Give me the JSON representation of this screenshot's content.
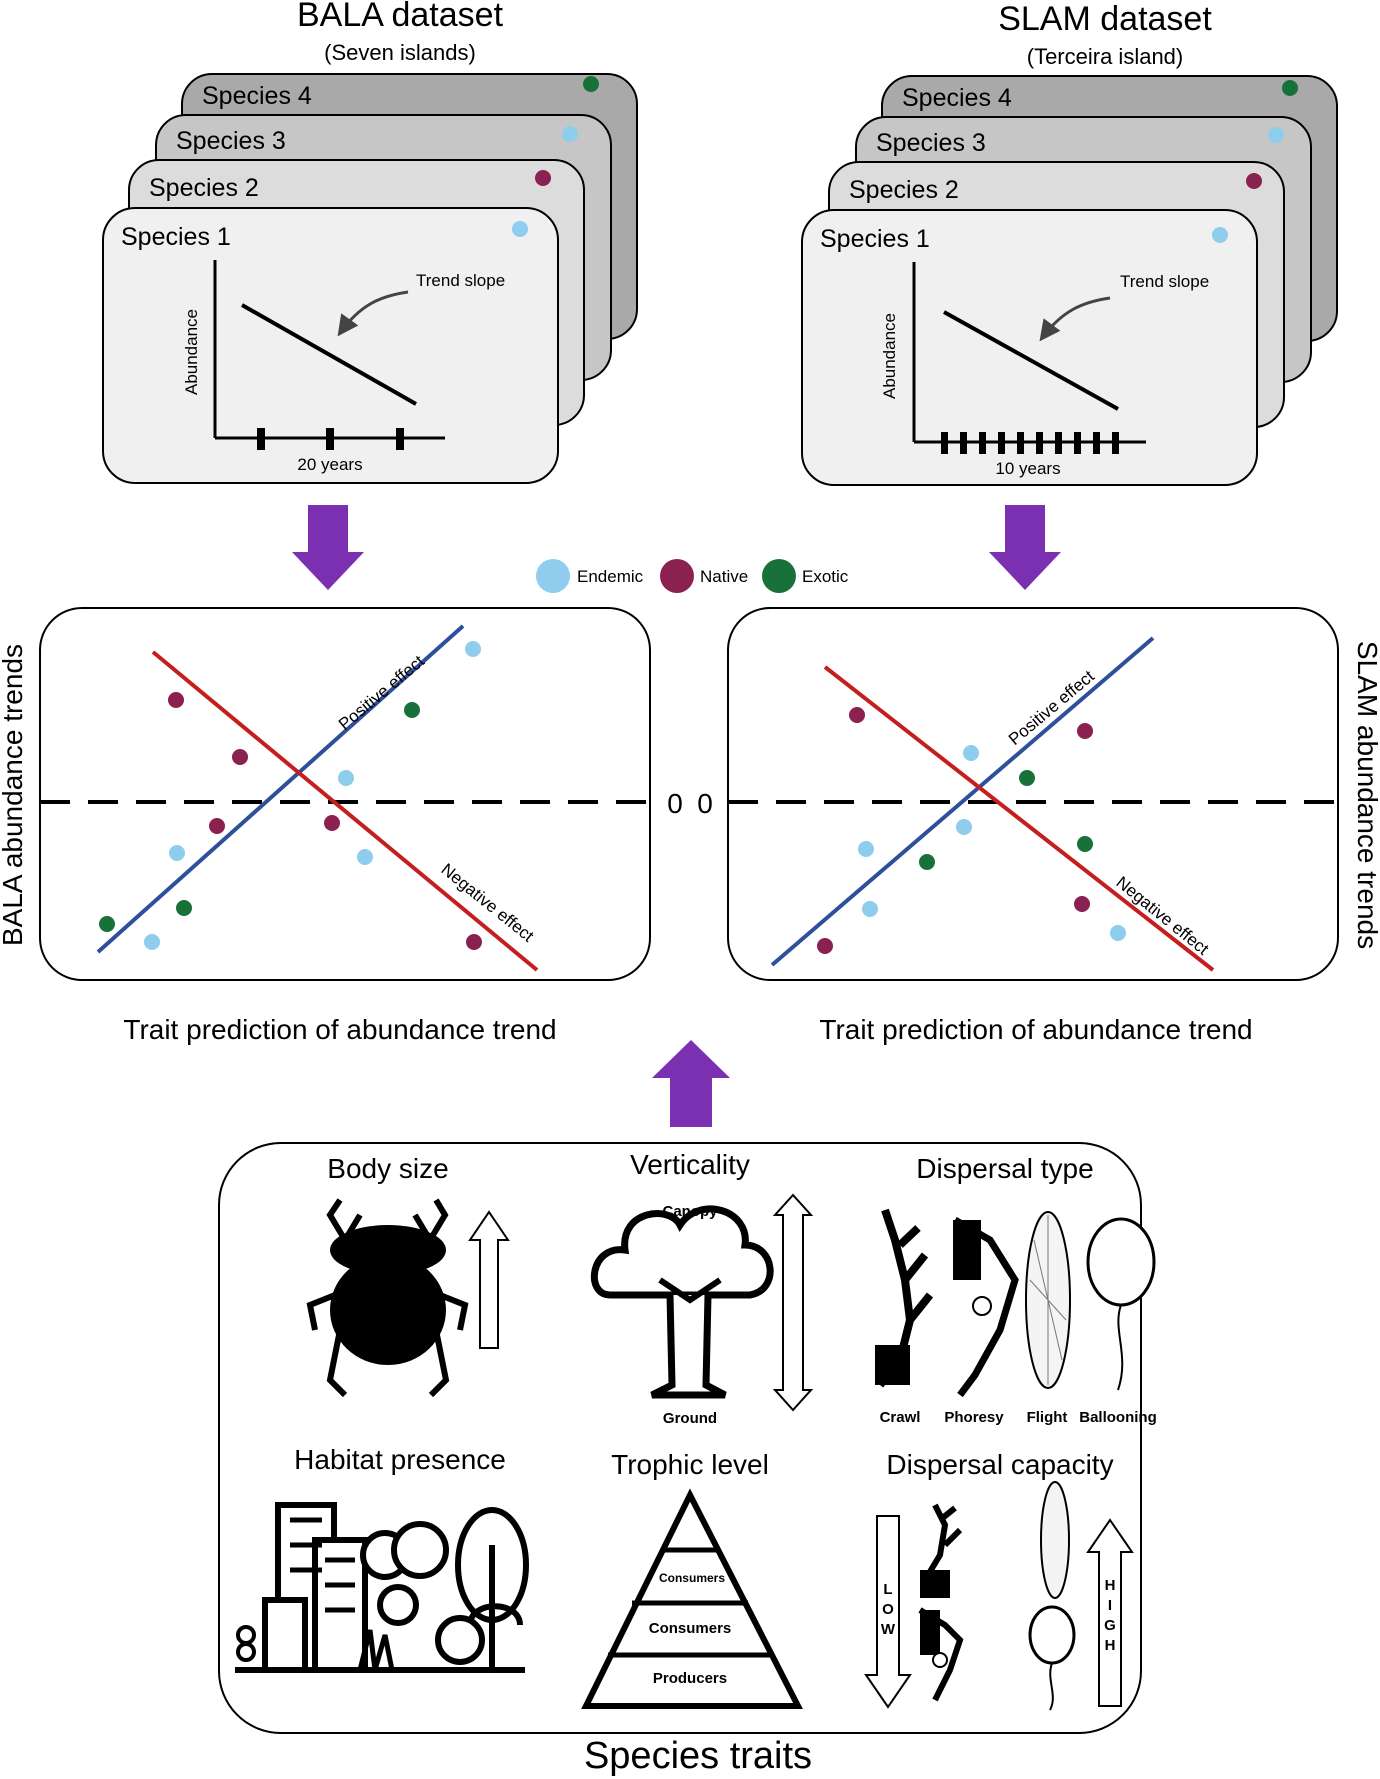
{
  "datasets": {
    "bala": {
      "title": "BALA dataset",
      "subtitle": "(Seven islands)",
      "species": [
        "Species 1",
        "Species 2",
        "Species 3",
        "Species 4"
      ],
      "trend_slope_label": "Trend slope",
      "y_axis": "Abundance",
      "x_axis": "20 years"
    },
    "slam": {
      "title": "SLAM dataset",
      "subtitle": "(Terceira island)",
      "species": [
        "Species 1",
        "Species 2",
        "Species 3",
        "Species 4"
      ],
      "trend_slope_label": "Trend slope",
      "y_axis": "Abundance",
      "x_axis": "10 years"
    }
  },
  "legend": [
    {
      "label": "Endemic",
      "color": "#8ecdee"
    },
    {
      "label": "Native",
      "color": "#8a2151"
    },
    {
      "label": "Exotic",
      "color": "#19713a"
    }
  ],
  "trend_panels": {
    "bala_ylabel": "BALA abundance trends",
    "slam_ylabel": "SLAM abundance trends",
    "xlabel": "Trait prediction of abundance trend",
    "positive_label": "Positive effect",
    "negative_label": "Negative effect",
    "zero_left": "0",
    "zero_right": "0"
  },
  "traits": {
    "section_title": "Species traits",
    "body_size": "Body size",
    "verticality": "Verticality",
    "canopy": "Canopy",
    "ground": "Ground",
    "dispersal_type": "Dispersal type",
    "dispersal_types": [
      "Crawl",
      "Phoresy",
      "Flight",
      "Ballooning"
    ],
    "habitat_presence": "Habitat presence",
    "trophic_level": "Trophic level",
    "trophic_levels": [
      "Consumers",
      "Consumers",
      "Producers"
    ],
    "dispersal_capacity": "Dispersal capacity",
    "low": [
      "L",
      "O",
      "W"
    ],
    "high": [
      "H",
      "I",
      "G",
      "H"
    ]
  },
  "colors": {
    "purple_arrow": "#7a30b0",
    "positive_line": "#2e4f9b",
    "negative_line": "#c41e1e",
    "card_fills": [
      "#f0f0f0",
      "#dcdcdc",
      "#c6c6c6",
      "#a9a9a9"
    ]
  }
}
